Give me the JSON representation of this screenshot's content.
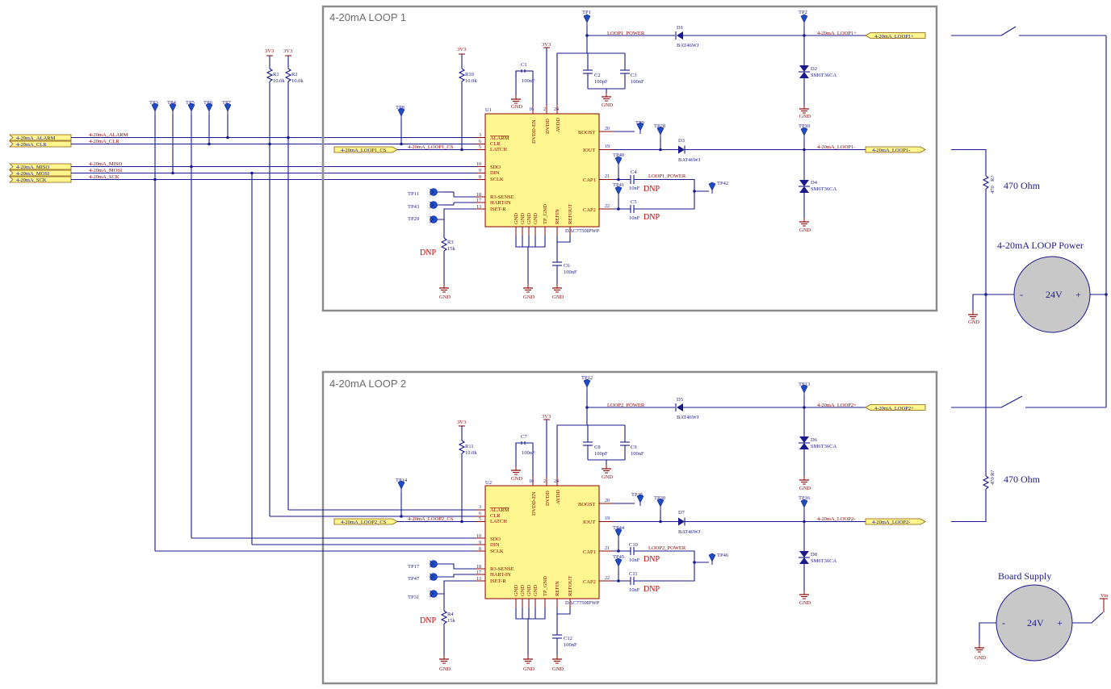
{
  "boxes": {
    "loop1": "4-20mA LOOP 1",
    "loop2": "4-20mA LOOP 2"
  },
  "left_ports": [
    "4-20mA_ALARM",
    "4-20mA_CLR",
    "4-20mA_MISO",
    "4-20mA_MOSI",
    "4-20mA_SCK"
  ],
  "left_nets": [
    "4-20mA_ALARM",
    "4-20mA_CLR",
    "4-20mA_MISO",
    "4-20mA_MOSI",
    "4-20mA_SCK"
  ],
  "left_tps": [
    "TP3",
    "TP4",
    "TP5",
    "TP6",
    "TP7"
  ],
  "pullups": {
    "r1": {
      "rail": "3V3",
      "ref": "R1",
      "val": "10.0k"
    },
    "r2": {
      "rail": "3V3",
      "ref": "R2",
      "val": "10.0k"
    }
  },
  "loop1": {
    "cs_port": "4-20mA_LOOP1_CS",
    "cs_net": "4-20mA_LOOP1_CS",
    "ic_ref": "U1",
    "ic_part": "DAC7750IPWP",
    "r_pull": {
      "rail": "3V3",
      "ref": "R10",
      "val": "10.0k"
    },
    "dvdd_rail": "3V3",
    "c_dvdd": {
      "ref": "C1",
      "val": "100nF"
    },
    "c_avdd_a": {
      "ref": "C2",
      "val": "100pF"
    },
    "c_avdd_b": {
      "ref": "C3",
      "val": "100nF"
    },
    "c_ref": {
      "ref": "C6",
      "val": "100nF"
    },
    "c_cap1": {
      "ref": "C4",
      "val": "10nF"
    },
    "c_cap2": {
      "ref": "C5",
      "val": "10nF"
    },
    "r_set": {
      "ref": "R3",
      "val": "15k"
    },
    "tp_cs": "TP8",
    "tp_r3": "TP11",
    "tp_hart": "TP43",
    "tp_iset": "TP29",
    "tp_boost": "TP9",
    "tp_iout": "TP28",
    "tp_cap1": "TP40",
    "tp_cap2": "TP41",
    "tp_power": "TP42",
    "tp_avdd": "TP1",
    "tp_plus": "TP2",
    "tp_minus": "TP10",
    "d_top": {
      "ref": "D1",
      "val": "BAT46WJ"
    },
    "d_iout": {
      "ref": "D3",
      "val": "BAT46WJ"
    },
    "tvs_top": {
      "ref": "D2",
      "val": "SM6T36CA"
    },
    "tvs_bot": {
      "ref": "D4",
      "val": "SM6T36CA"
    },
    "power_net": "LOOP1_POWER",
    "power_net2": "LOOP1_POWER",
    "plus_net": "4-20mA_LOOP1+",
    "plus_port": "4-20mA_LOOP1+",
    "minus_net": "4-20mA_LOOP1-",
    "minus_port": "4-20mA_LOOP1-",
    "dnp": "DNP",
    "dnp2": "DNP",
    "dnp3": "DNP"
  },
  "loop2": {
    "cs_port": "4-20mA_LOOP2_CS",
    "cs_net": "4-20mA_LOOP2_CS",
    "ic_ref": "U2",
    "ic_part": "DAC7750IPWP",
    "r_pull": {
      "rail": "3V3",
      "ref": "R11",
      "val": "10.0k"
    },
    "dvdd_rail": "3V3",
    "c_dvdd": {
      "ref": "C7",
      "val": "100nF"
    },
    "c_avdd_a": {
      "ref": "C8",
      "val": "100pF"
    },
    "c_avdd_b": {
      "ref": "C9",
      "val": "100nF"
    },
    "c_ref": {
      "ref": "C12",
      "val": "100nF"
    },
    "c_cap1": {
      "ref": "C10",
      "val": "10nF"
    },
    "c_cap2": {
      "ref": "C11",
      "val": "10nF"
    },
    "r_set": {
      "ref": "R4",
      "val": "15k"
    },
    "tp_cs": "TP14",
    "tp_r3": "TP17",
    "tp_hart": "TP47",
    "tp_iset": "TP31",
    "tp_boost": "TP15",
    "tp_iout": "TP30",
    "tp_cap1": "TP44",
    "tp_cap2": "TP45",
    "tp_power": "TP46",
    "tp_avdd": "TP12",
    "tp_plus": "TP13",
    "tp_minus": "TP16",
    "d_top": {
      "ref": "D5",
      "val": "BAT46WJ"
    },
    "d_iout": {
      "ref": "D7",
      "val": "BAT46WJ"
    },
    "tvs_top": {
      "ref": "D6",
      "val": "SM6T36CA"
    },
    "tvs_bot": {
      "ref": "D8",
      "val": "SM6T36CA"
    },
    "power_net": "LOOP2_POWER",
    "power_net2": "LOOP2_POWER",
    "plus_net": "4-20mA_LOOP2+",
    "plus_port": "4-20mA_LOOP2+",
    "minus_net": "4-20mA_LOOP2-",
    "minus_port": "4-20mA_LOOP2-",
    "dnp": "DNP",
    "dnp2": "DNP",
    "dnp3": "DNP"
  },
  "ic_pins": {
    "alarm": "ALARM",
    "clr": "CLR",
    "latch": "LATCH",
    "sdo": "SDO",
    "din": "DIN",
    "sclk": "SCLK",
    "r3sense": "R3-SENSE",
    "hartin": "HART-IN",
    "isetr": "ISET-R",
    "boost": "BOOST",
    "iout": "IOUT",
    "cap1": "CAP1",
    "cap2": "CAP2",
    "dvdden": "DVDD-EN",
    "dvdd": "DVDD",
    "avdd": "AVDD",
    "gnd": "GND",
    "tpgnd": "TP_GND",
    "refin": "REFIN",
    "refout": "REFOUT"
  },
  "pin_numbers": {
    "alarm": "3",
    "clr": "6",
    "latch": "5",
    "sdo": "10",
    "din": "9",
    "sclk": "8",
    "r3sense": "18",
    "hartin": "17",
    "isetr": "13",
    "boost": "20",
    "iout": "19",
    "cap1": "21",
    "cap2": "22",
    "dvdden": "16",
    "dvdd": "2",
    "avdd": "24"
  },
  "right": {
    "r_top": {
      "ref": "R?",
      "val": "470"
    },
    "r_bot": {
      "ref": "R?",
      "val": "470"
    },
    "ohm_top": "470 Ohm",
    "ohm_bot": "470 Ohm",
    "loop_power_title": "4-20mA LOOP Power",
    "loop_supply": {
      "minus": "-",
      "value": "24V",
      "plus": "+"
    },
    "board_supply_title": "Board Supply",
    "board_supply": {
      "minus": "-",
      "value": "24V",
      "plus": "+"
    },
    "vin": "Vin"
  },
  "gnd_label": "GND"
}
